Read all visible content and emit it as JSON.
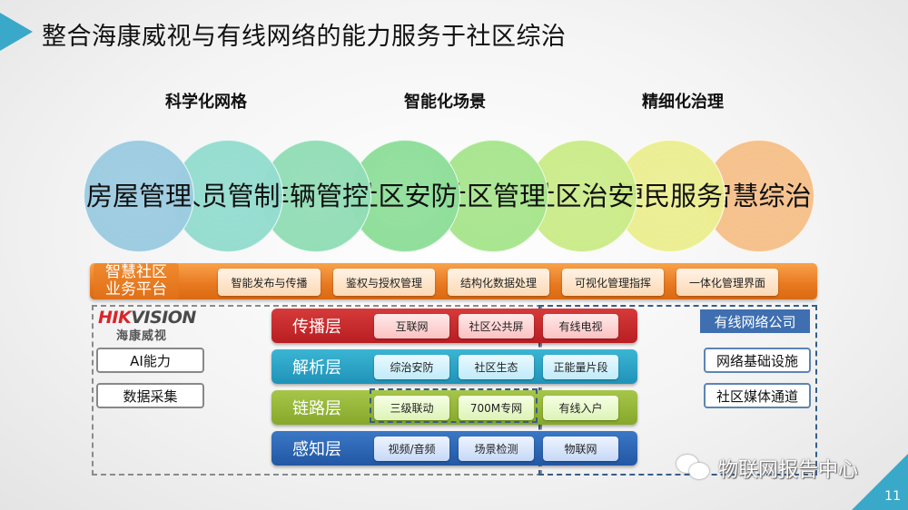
{
  "title": "整合海康威视与有线网络的能力服务于社区综治",
  "categories": [
    "科学化网格",
    "智能化场景",
    "精细化治理"
  ],
  "circles": [
    {
      "label": "房屋\n管理",
      "color": "#9ccbe0"
    },
    {
      "label": "人员\n管制",
      "color": "#94dccf"
    },
    {
      "label": "车辆\n管控",
      "color": "#92ddb6"
    },
    {
      "label": "社区\n安防",
      "color": "#8fde9a"
    },
    {
      "label": "社区\n管理",
      "color": "#a8e58e"
    },
    {
      "label": "社区\n治安",
      "color": "#cbeb8a"
    },
    {
      "label": "便民\n服务",
      "color": "#ecee92"
    },
    {
      "label": "智慧\n综治",
      "color": "#f5c08a"
    }
  ],
  "platform": {
    "label": "智慧社区\n业务平台",
    "buttons": [
      "智能发布与传播",
      "鉴权与授权管理",
      "结构化数据处理",
      "可视化管理指挥",
      "一体化管理界面"
    ]
  },
  "hikvision": {
    "logo_red": "HIK",
    "logo_gray": "VISION",
    "logo_cn": "海康威视",
    "boxes": [
      "AI能力",
      "数据采集"
    ]
  },
  "layers": [
    {
      "name": "传播层",
      "items": [
        "互联网",
        "社区公共屏",
        "有线电视"
      ]
    },
    {
      "name": "解析层",
      "items": [
        "综治安防",
        "社区生态",
        "正能量片段"
      ]
    },
    {
      "name": "链路层",
      "items": [
        "三级联动",
        "700M专网",
        "有线入户"
      ]
    },
    {
      "name": "感知层",
      "items": [
        "视频/音频",
        "场景检测",
        "物联网"
      ]
    }
  ],
  "cable": {
    "title": "有线网络公司",
    "boxes": [
      "网络基础设施",
      "社区媒体通道"
    ]
  },
  "watermark": "物联网报告中心",
  "page_number": "11"
}
